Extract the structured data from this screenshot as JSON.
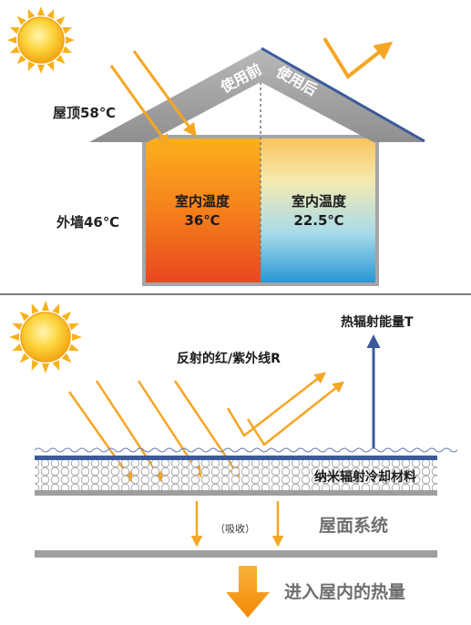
{
  "top": {
    "roof_before": "使用前",
    "roof_after": "使用后",
    "roof_temp": "屋顶58℃",
    "wall_temp": "外墙46℃",
    "left_room": {
      "line1": "室内温度",
      "line2": "36℃"
    },
    "right_room": {
      "line1": "室内温度",
      "line2": "22.5℃"
    }
  },
  "bottom": {
    "thermal_radiation": "热辐射能量T",
    "reflected": "反射的红/紫外线R",
    "material": "纳米辐射冷却材料",
    "absorb": "（吸收）",
    "roof_system": "屋面系统",
    "heat_in": "进入屋内的热量"
  },
  "colors": {
    "sun": "#f7b21a",
    "arrow": "#f5a623",
    "roof": "#9e9e9e",
    "hot_top": "#f9a11b",
    "hot_bottom": "#ea4a1d",
    "cool_top": "#f7e7a1",
    "cool_bottom": "#2a9ad6",
    "blue_arrow": "#3a5a9c",
    "heat_arrow": "#f39a0f"
  }
}
